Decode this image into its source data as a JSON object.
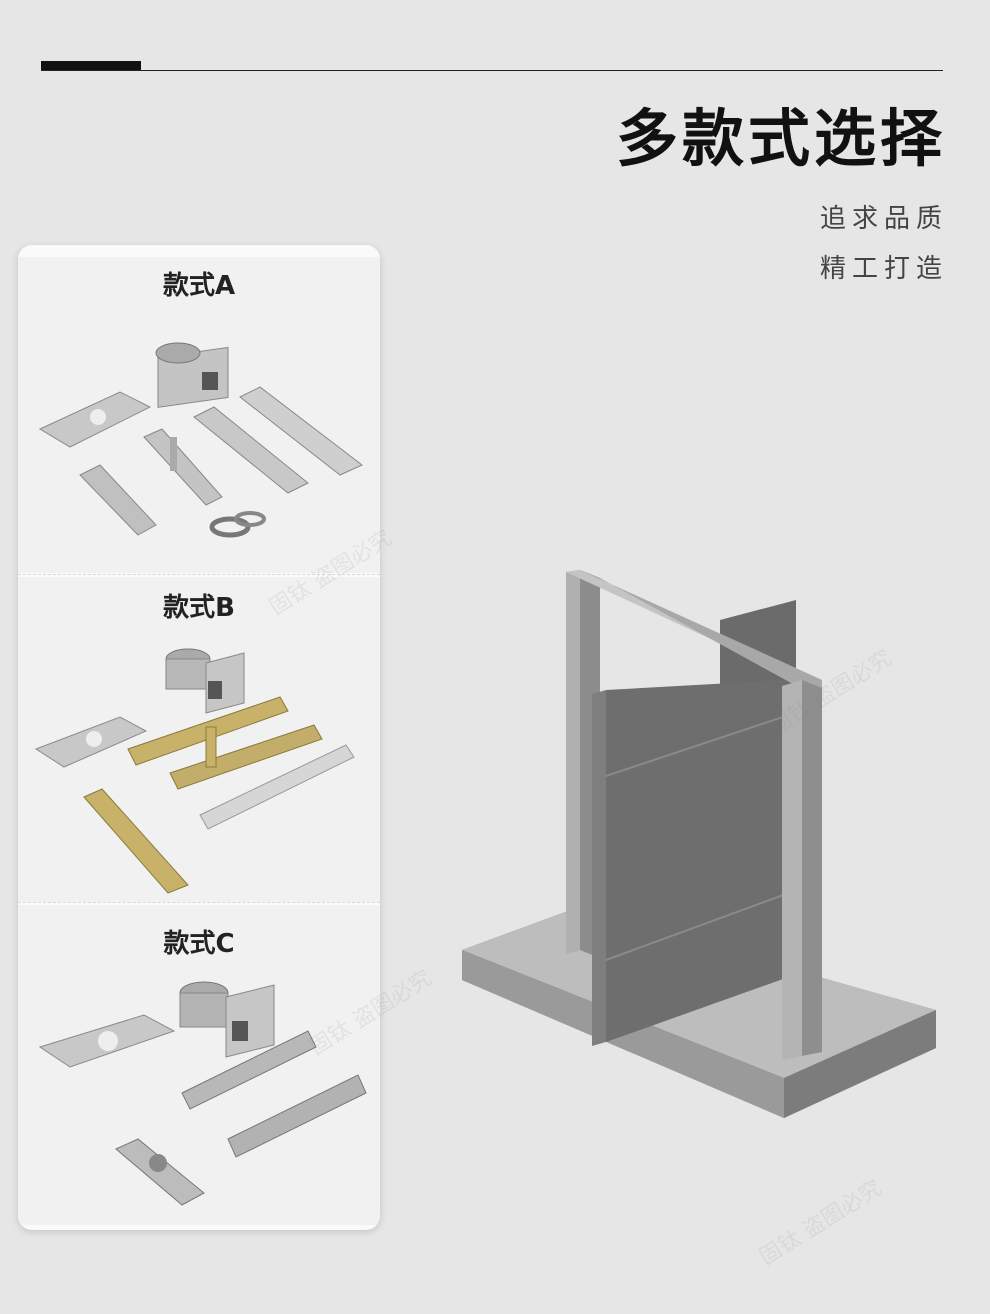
{
  "header": {
    "title": "多款式选择",
    "subtitle_line1": "追求品质",
    "subtitle_line2": "精工打造"
  },
  "styles": [
    {
      "label": "款式A"
    },
    {
      "label": "款式B"
    },
    {
      "label": "款式C"
    }
  ],
  "watermark": "固钛 盗图必究",
  "colors": {
    "background": "#e6e6e6",
    "title": "#111111",
    "steel": "#b8b8b8",
    "zinc_yellow": "#c8b26a"
  }
}
